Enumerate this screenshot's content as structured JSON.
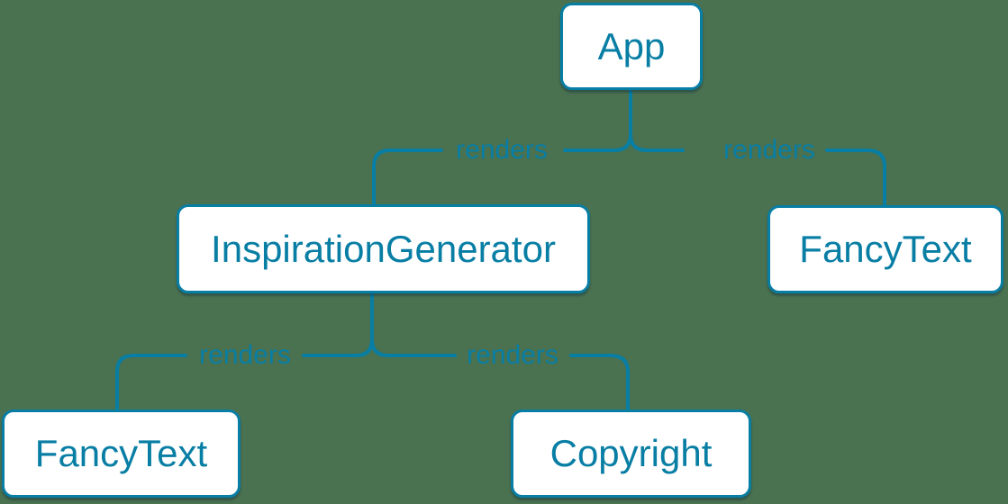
{
  "colors": {
    "background": "#4a7150",
    "accent": "#087ea4",
    "node-fill": "#ffffff"
  },
  "diagram": {
    "type": "tree",
    "nodes": [
      {
        "id": "app",
        "label": "App"
      },
      {
        "id": "inspiration-generator",
        "label": "InspirationGenerator"
      },
      {
        "id": "fancy-text-top-right",
        "label": "FancyText"
      },
      {
        "id": "fancy-text-bottom-left",
        "label": "FancyText"
      },
      {
        "id": "copyright",
        "label": "Copyright"
      }
    ],
    "edges": [
      {
        "from": "app",
        "to": "inspiration-generator",
        "label": "renders"
      },
      {
        "from": "app",
        "to": "fancy-text-top-right",
        "label": "renders"
      },
      {
        "from": "inspiration-generator",
        "to": "fancy-text-bottom-left",
        "label": "renders"
      },
      {
        "from": "inspiration-generator",
        "to": "copyright",
        "label": "renders"
      }
    ]
  }
}
